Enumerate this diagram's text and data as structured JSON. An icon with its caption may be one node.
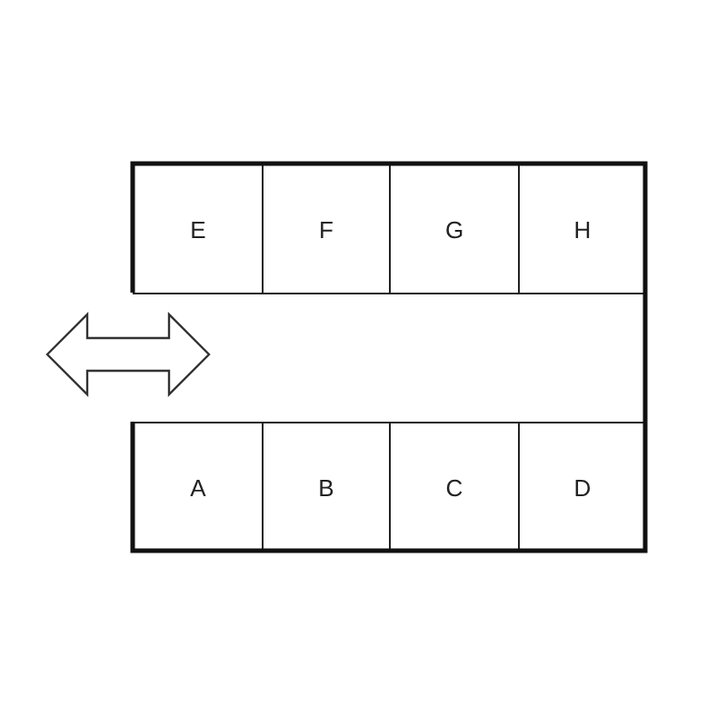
{
  "diagram": {
    "nodes": [
      {
        "text": [
          "E"
        ]
      },
      {
        "text": [
          "F"
        ]
      },
      {
        "text": [
          "G"
        ]
      },
      {
        "text": [
          "H"
        ]
      },
      {
        "text": [
          "A"
        ]
      },
      {
        "text": [
          "B"
        ]
      },
      {
        "text": [
          "C"
        ]
      },
      {
        "text": [
          "D"
        ]
      }
    ]
  }
}
